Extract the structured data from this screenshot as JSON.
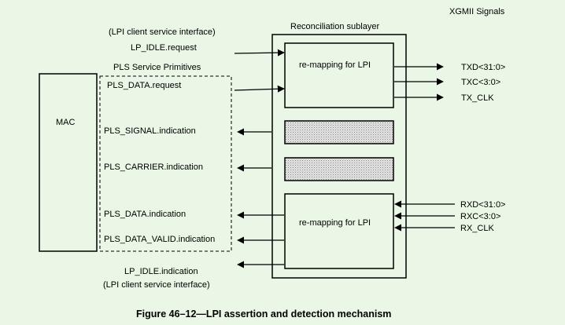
{
  "header": {
    "xgmii_signals": "XGMII Signals"
  },
  "top_left": {
    "lpi_client_if_top": "(LPI client service interface)",
    "lp_idle_request": "LP_IDLE.request",
    "pls_service_primitives": "PLS Service Primitives"
  },
  "mac": {
    "label": "MAC"
  },
  "pls_primitives": {
    "data_request": "PLS_DATA.request",
    "signal_indication": "PLS_SIGNAL.indication",
    "carrier_indication": "PLS_CARRIER.indication",
    "data_indication": "PLS_DATA.indication",
    "data_valid_indication": "PLS_DATA_VALID.indication"
  },
  "bottom_left": {
    "lp_idle_indication": "LP_IDLE.indication",
    "lpi_client_if_bottom": "(LPI client service interface)"
  },
  "rs": {
    "title": "Reconciliation sublayer",
    "tx_remap": "re-mapping for LPI",
    "rx_remap": "re-mapping for LPI"
  },
  "xgmii_tx": {
    "txd": "TXD<31:0>",
    "txc": "TXC<3:0>",
    "tx_clk": "TX_CLK"
  },
  "xgmii_rx": {
    "rxd": "RXD<31:0>",
    "rxc": "RXC<3:0>",
    "rx_clk": "RX_CLK"
  },
  "caption": "Figure 46–12—LPI assertion and detection mechanism",
  "colors": {
    "background": "#eaf6e6",
    "line": "#000000",
    "hatched_fill": "#d8d8d8"
  }
}
